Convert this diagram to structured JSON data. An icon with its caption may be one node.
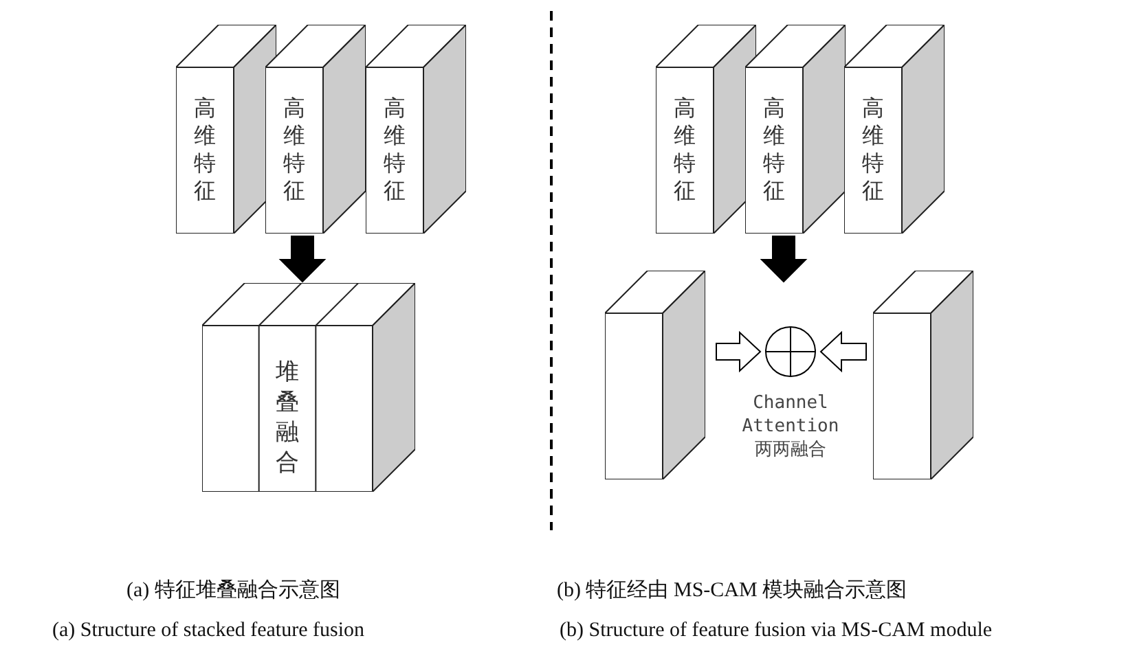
{
  "diagram": {
    "nodes": [
      {
        "text": [
          "高维特征"
        ]
      },
      {
        "text": [
          "高维特征"
        ]
      },
      {
        "text": [
          "高维特征"
        ]
      },
      {
        "text": [
          "堆叠融合"
        ]
      },
      {
        "text": [
          "高维特征"
        ]
      },
      {
        "text": [
          "高维特征"
        ]
      },
      {
        "text": [
          "高维特征"
        ]
      },
      {
        "text": [],
        "shape": "box"
      },
      {
        "text": [],
        "shape": "circle",
        "beside": [
          "Channel Attention 两两融合"
        ]
      },
      {
        "text": [],
        "shape": "box"
      }
    ],
    "edges": [
      {
        "from": 1,
        "to": 3,
        "arrow": "to"
      },
      {
        "from": 5,
        "to": 8,
        "arrow": "to"
      },
      {
        "from": 7,
        "to": 8,
        "arrow": "to"
      },
      {
        "from": 9,
        "to": 8,
        "arrow": "to"
      }
    ],
    "labels": [
      "(a) 特征堆叠融合示意图",
      "(b) 特征经由 MS-CAM 模块融合示意图",
      "(a) Structure of stacked feature fusion",
      "(b) Structure of feature fusion via MS-CAM module"
    ]
  }
}
